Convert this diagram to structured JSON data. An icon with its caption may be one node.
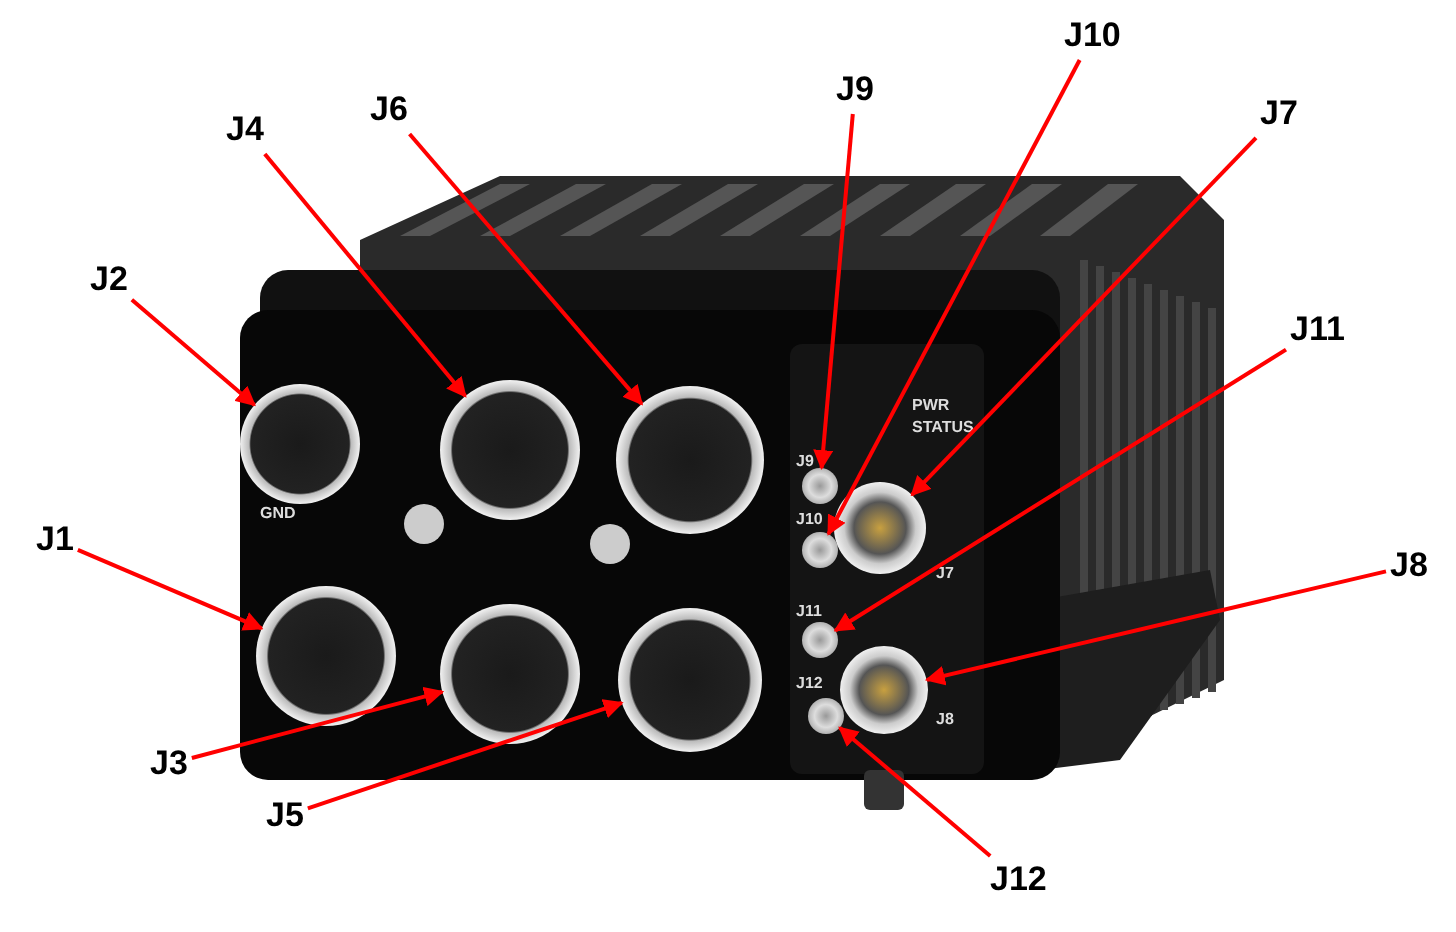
{
  "diagram": {
    "nodes": [
      {
        "text": [
          "J2"
        ]
      },
      {
        "text": [
          "J4"
        ]
      },
      {
        "text": [
          "J6"
        ]
      },
      {
        "text": [
          "J9"
        ]
      },
      {
        "text": [
          "J10"
        ]
      },
      {
        "text": [
          "J7"
        ]
      },
      {
        "text": [
          "J11"
        ]
      },
      {
        "text": [
          "J1"
        ]
      },
      {
        "text": [
          "J8"
        ]
      },
      {
        "text": [
          "J3"
        ]
      },
      {
        "text": [
          "J5"
        ]
      },
      {
        "text": [
          "J12"
        ]
      },
      {
        "text": [],
        "shape": "circle"
      },
      {
        "text": [],
        "shape": "circle"
      },
      {
        "text": [],
        "shape": "circle"
      },
      {
        "text": [],
        "shape": "circle"
      },
      {
        "text": [],
        "shape": "circle"
      },
      {
        "text": [],
        "shape": "circle"
      },
      {
        "text": [],
        "shape": "circle"
      },
      {
        "text": [],
        "shape": "circle"
      },
      {
        "text": [],
        "shape": "circle"
      },
      {
        "text": [],
        "shape": "circle"
      },
      {
        "text": [],
        "shape": "circle"
      },
      {
        "text": [],
        "shape": "circle"
      }
    ],
    "edges": [
      {
        "from": 0,
        "to": 12,
        "arrow": "to"
      },
      {
        "from": 1,
        "to": 13,
        "arrow": "to"
      },
      {
        "from": 2,
        "to": 14,
        "arrow": "to"
      },
      {
        "from": 3,
        "to": 15,
        "arrow": "to"
      },
      {
        "from": 4,
        "to": 16,
        "arrow": "to"
      },
      {
        "from": 5,
        "to": 17,
        "arrow": "to"
      },
      {
        "from": 6,
        "to": 18,
        "arrow": "to"
      },
      {
        "from": 7,
        "to": 19,
        "arrow": "to"
      },
      {
        "from": 8,
        "to": 20,
        "arrow": "to"
      },
      {
        "from": 9,
        "to": 21,
        "arrow": "to"
      },
      {
        "from": 10,
        "to": 22,
        "arrow": "to"
      },
      {
        "from": 11,
        "to": 23,
        "arrow": "to"
      }
    ],
    "labels": [
      "PWR",
      "STATUS",
      "J9",
      "GND",
      "J10",
      "J7",
      "J11",
      "J8",
      "J12"
    ]
  }
}
